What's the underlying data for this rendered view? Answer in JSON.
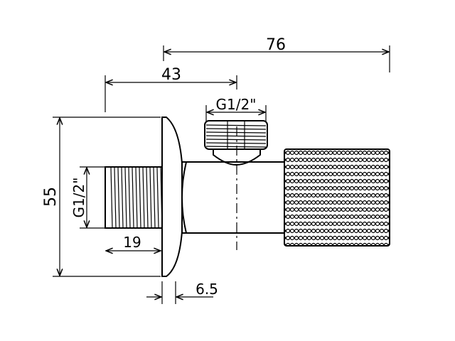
{
  "dimensions": {
    "overall_length": "76",
    "outlet_to_inlet": "43",
    "outlet_thread": "G1/2\"",
    "height": "55",
    "inlet_thread": "G1/2\"",
    "inlet_length": "19",
    "flange_thickness": "6.5"
  },
  "colors": {
    "line": "#000000",
    "background": "#ffffff"
  },
  "icons": {
    "knurled_handle": "knurled-handle-icon",
    "hex_nut": "hex-nut-icon"
  }
}
